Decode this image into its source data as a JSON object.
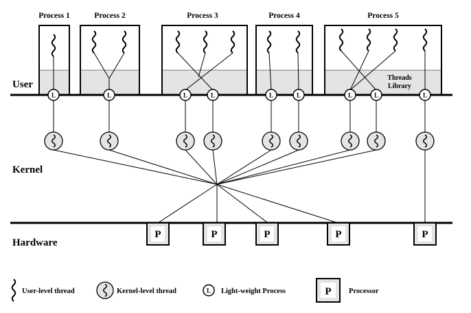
{
  "processes": [
    {
      "title": "Process 1"
    },
    {
      "title": "Process 2"
    },
    {
      "title": "Process 3"
    },
    {
      "title": "Process 4"
    },
    {
      "title": "Process 5"
    }
  ],
  "layers": {
    "user": "User",
    "kernel": "Kernel",
    "hardware": "Hardware"
  },
  "threads_library": {
    "line1": "Threads",
    "line2": "Library"
  },
  "lwp_letter": "L",
  "processor_letter": "P",
  "legend": {
    "user_thread": "User-level thread",
    "kernel_thread": "Kernel-level thread",
    "lwp": "Light-weight Process",
    "processor": "Processor"
  }
}
